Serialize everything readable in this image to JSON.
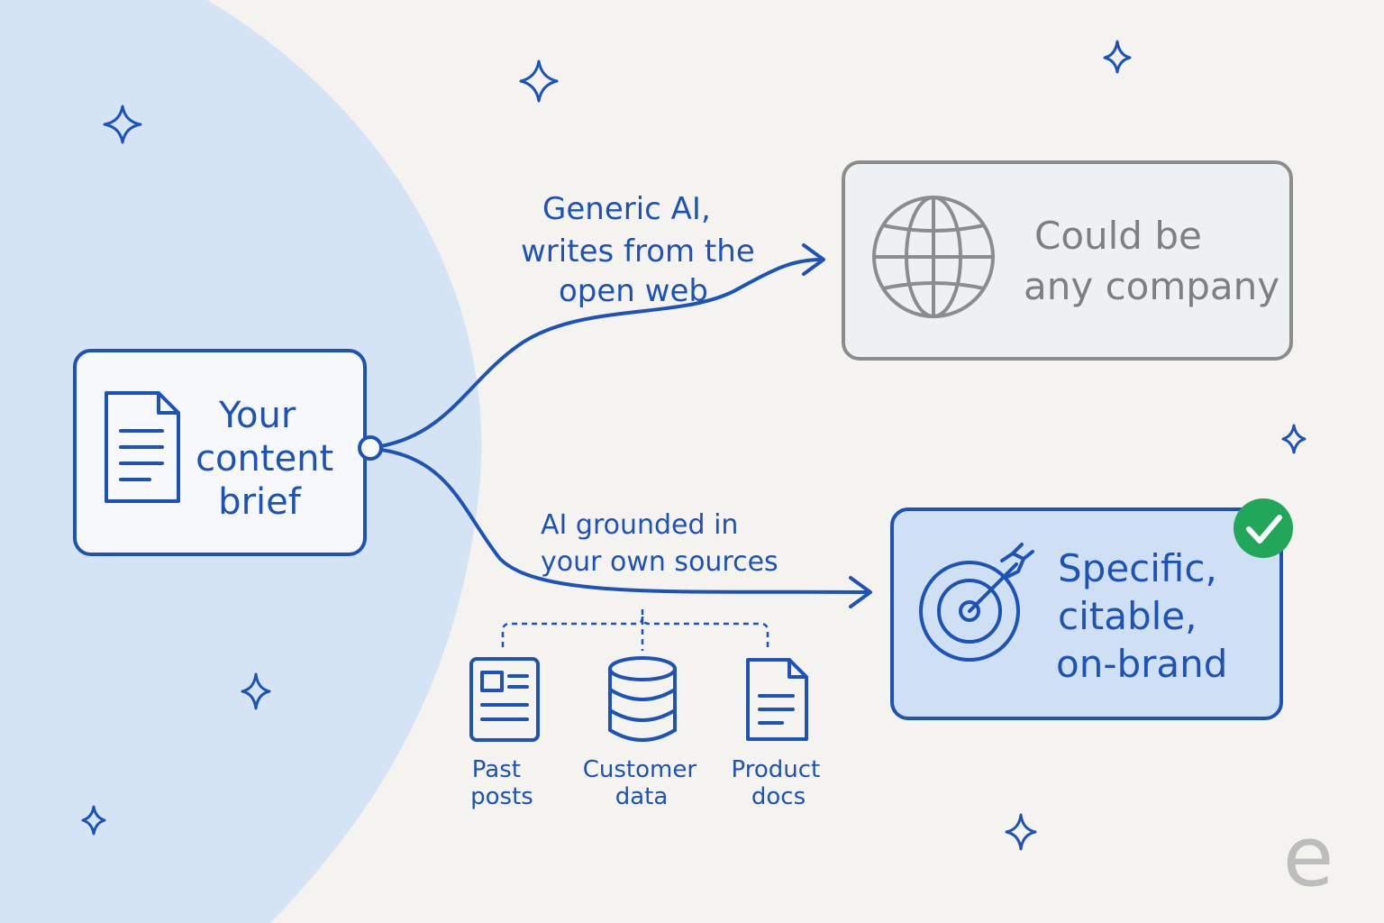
{
  "colors": {
    "background": "#f4f3ef",
    "blob": "#d5e4f4",
    "ink_blue": "#1d52b8",
    "ink_gray": "#8c8c8c",
    "good_box_fill": "#cfe0f4",
    "check_green": "#22a65a",
    "logo_gray": "#bdbdbd"
  },
  "source": {
    "label_lines": [
      "Your",
      "content",
      "brief"
    ],
    "icon": "document-icon"
  },
  "generic_path": {
    "label_lines": [
      "Generic AI,",
      "writes from the",
      "open web"
    ]
  },
  "grounded_path": {
    "label_lines": [
      "AI grounded in",
      "your own sources"
    ]
  },
  "generic_result": {
    "label_lines": [
      "Could be",
      "any company"
    ],
    "icon": "globe-icon"
  },
  "grounded_result": {
    "label_lines": [
      "Specific,",
      "citable,",
      "on-brand"
    ],
    "icon": "target-icon",
    "badge_icon": "check-icon"
  },
  "sources": [
    {
      "label_lines": [
        "Past",
        "posts"
      ],
      "icon": "article-icon"
    },
    {
      "label_lines": [
        "Customer",
        "data"
      ],
      "icon": "database-icon"
    },
    {
      "label_lines": [
        "Product",
        "docs"
      ],
      "icon": "document-icon"
    }
  ],
  "logo": {
    "text": "e"
  }
}
